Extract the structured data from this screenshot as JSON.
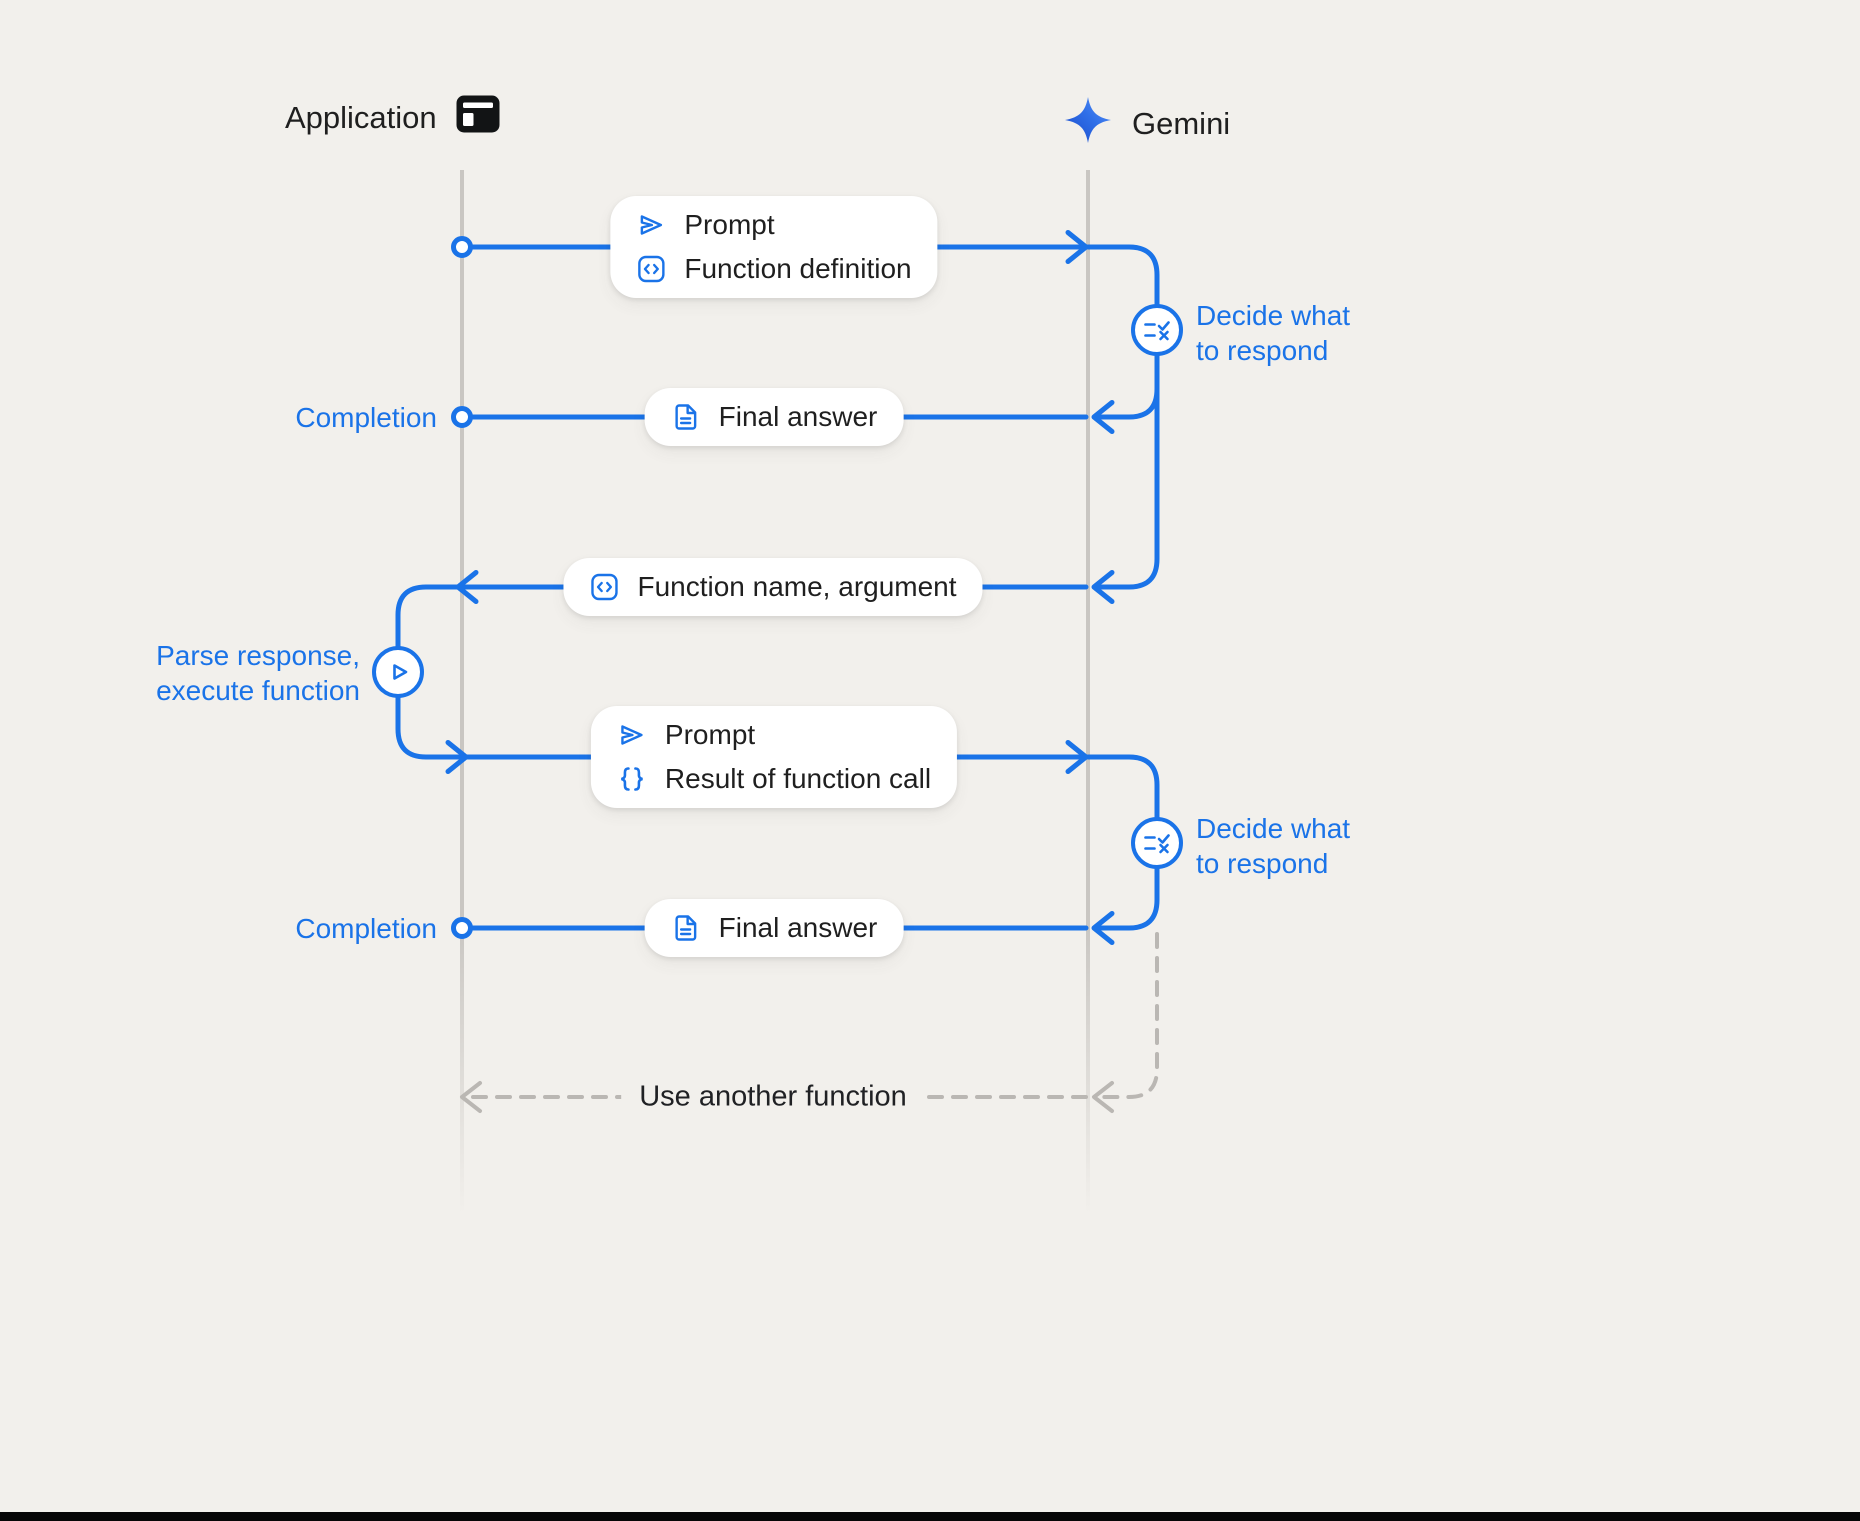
{
  "colors": {
    "background": "#f2f0ec",
    "accent_blue": "#1a73e8",
    "text_dark": "#1f1f1f",
    "lifeline_gray": "#c9c6c2",
    "dashed_gray": "#bab7b3"
  },
  "actors": {
    "application": {
      "label": "Application",
      "icon": "app-window-icon"
    },
    "gemini": {
      "label": "Gemini",
      "icon": "gemini-sparkle-icon"
    }
  },
  "messages": {
    "prompt_function_definition": {
      "rows": [
        {
          "icon": "send-icon",
          "label": "Prompt"
        },
        {
          "icon": "code-box-icon",
          "label": "Function definition"
        }
      ]
    },
    "final_answer_1": {
      "rows": [
        {
          "icon": "document-icon",
          "label": "Final answer"
        }
      ]
    },
    "function_name_argument": {
      "rows": [
        {
          "icon": "code-box-icon",
          "label": "Function name,  argument"
        }
      ]
    },
    "prompt_function_result": {
      "rows": [
        {
          "icon": "send-icon",
          "label": "Prompt"
        },
        {
          "icon": "braces-icon",
          "label": "Result of function call"
        }
      ]
    },
    "final_answer_2": {
      "rows": [
        {
          "icon": "document-icon",
          "label": "Final answer"
        }
      ]
    }
  },
  "annotations": {
    "decide": "Decide what\nto respond",
    "parse": "Parse response,\nexecute function",
    "completion": "Completion",
    "use_another_function": "Use another function"
  }
}
